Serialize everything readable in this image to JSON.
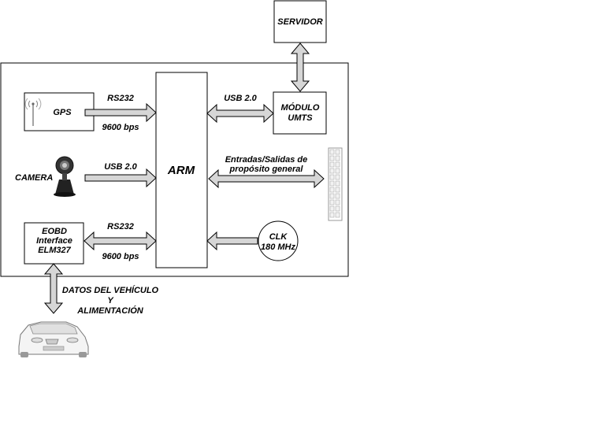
{
  "blocks": {
    "servidor": "SERVIDOR",
    "gps": "GPS",
    "arm": "ARM",
    "modulo_line1": "MÓDULO",
    "modulo_line2": "UMTS",
    "camera": "CAMERA",
    "eobd_line1": "EOBD",
    "eobd_line2": "Interface",
    "eobd_line3": "ELM327",
    "clk_line1": "CLK",
    "clk_line2": "180 MHz"
  },
  "links": {
    "gps_protocol": "RS232",
    "gps_speed": "9600 bps",
    "camera_protocol": "USB  2.0",
    "eobd_protocol": "RS232",
    "eobd_speed": "9600 bps",
    "umts_protocol": "USB 2.0",
    "io_line1": "Entradas/Salidas de",
    "io_line2": "propósito general",
    "vehicle_line1": "DATOS DEL VEHÍCULO",
    "vehicle_line2": "Y",
    "vehicle_line3": "ALIMENTACIÓN"
  },
  "icons": [
    "antenna-icon",
    "webcam-icon",
    "pin-header-icon",
    "car-icon"
  ],
  "colors": {
    "arrow_fill": "#d6d6d6",
    "stroke": "#000000"
  }
}
